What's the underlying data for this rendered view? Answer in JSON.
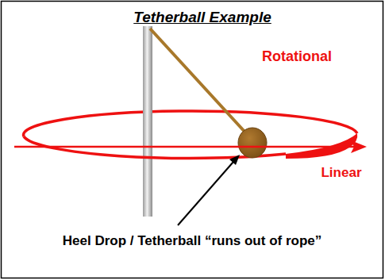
{
  "diagram": {
    "title": "Tetherball Example",
    "labels": [
      "Rotational",
      "Linear",
      "Heel Drop / Tetherball “runs out of rope”"
    ]
  }
}
